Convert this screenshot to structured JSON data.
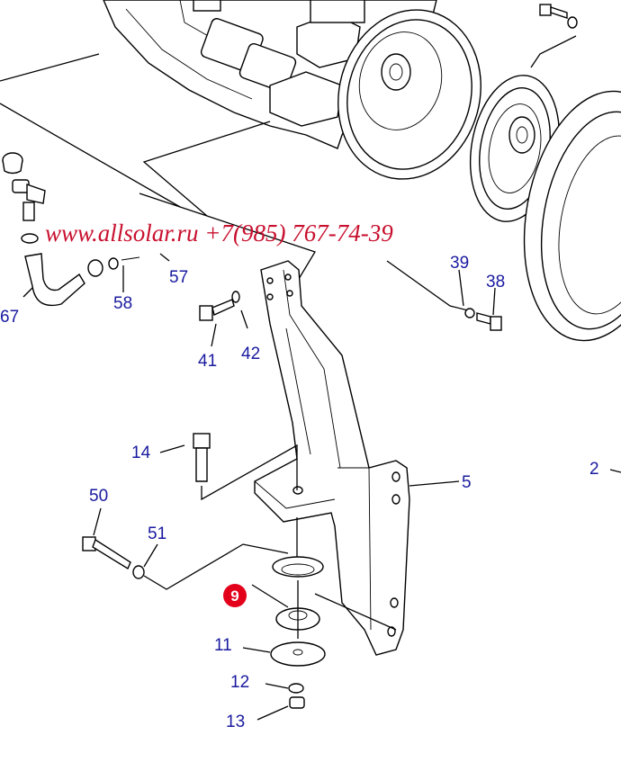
{
  "watermark": "www.allsolar.ru +7(985) 767-74-39",
  "highlight_color": "#e3001b",
  "label_color": "#1a1aa0",
  "labels": {
    "l2": "2",
    "l5": "5",
    "l9": "9",
    "l11": "11",
    "l12": "12",
    "l13": "13",
    "l14": "14",
    "l38": "38",
    "l39": "39",
    "l41": "41",
    "l42": "42",
    "l50": "50",
    "l51": "51",
    "l57": "57",
    "l58": "58",
    "l67": "67"
  }
}
